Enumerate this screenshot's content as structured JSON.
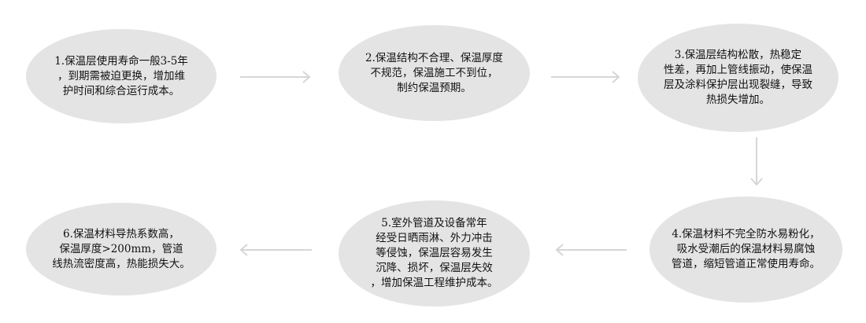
{
  "colors": {
    "node_fill": "#e4e4e4",
    "arrow": "#d6d6d6",
    "text": "#111111"
  },
  "nodes": [
    {
      "id": "1",
      "lines": [
        "1.保温层使用寿命一般3-5年",
        "，到期需被迫更换，增加维",
        "护时间和综合运行成本。"
      ]
    },
    {
      "id": "2",
      "lines": [
        "2.保温结构不合理、保温厚度",
        "不规范，保温施工不到位，",
        "制约保温预期。"
      ]
    },
    {
      "id": "3",
      "lines": [
        "3.保温层结构松散，热稳定",
        "性差，再加上管线振动，使保温",
        "层及涂料保护层出现裂缝，导致",
        "热损失增加。"
      ]
    },
    {
      "id": "4",
      "lines": [
        "4.保温材料不完全防水易粉化，",
        "吸水受潮后的保温材料易腐蚀",
        "管道，缩短管道正常使用寿命。"
      ]
    },
    {
      "id": "5",
      "lines": [
        "5.室外管道及设备常年",
        "经受日晒雨淋、外力冲击",
        "等侵蚀，保温层容易发生",
        "沉降、损坏，保温层失效",
        "，增加保温工程维护成本。"
      ]
    },
    {
      "id": "6",
      "lines": [
        "6.保温材料导热系数高，",
        "保温厚度>200mm，管道",
        "线热流密度高，热能损失大。"
      ]
    }
  ]
}
